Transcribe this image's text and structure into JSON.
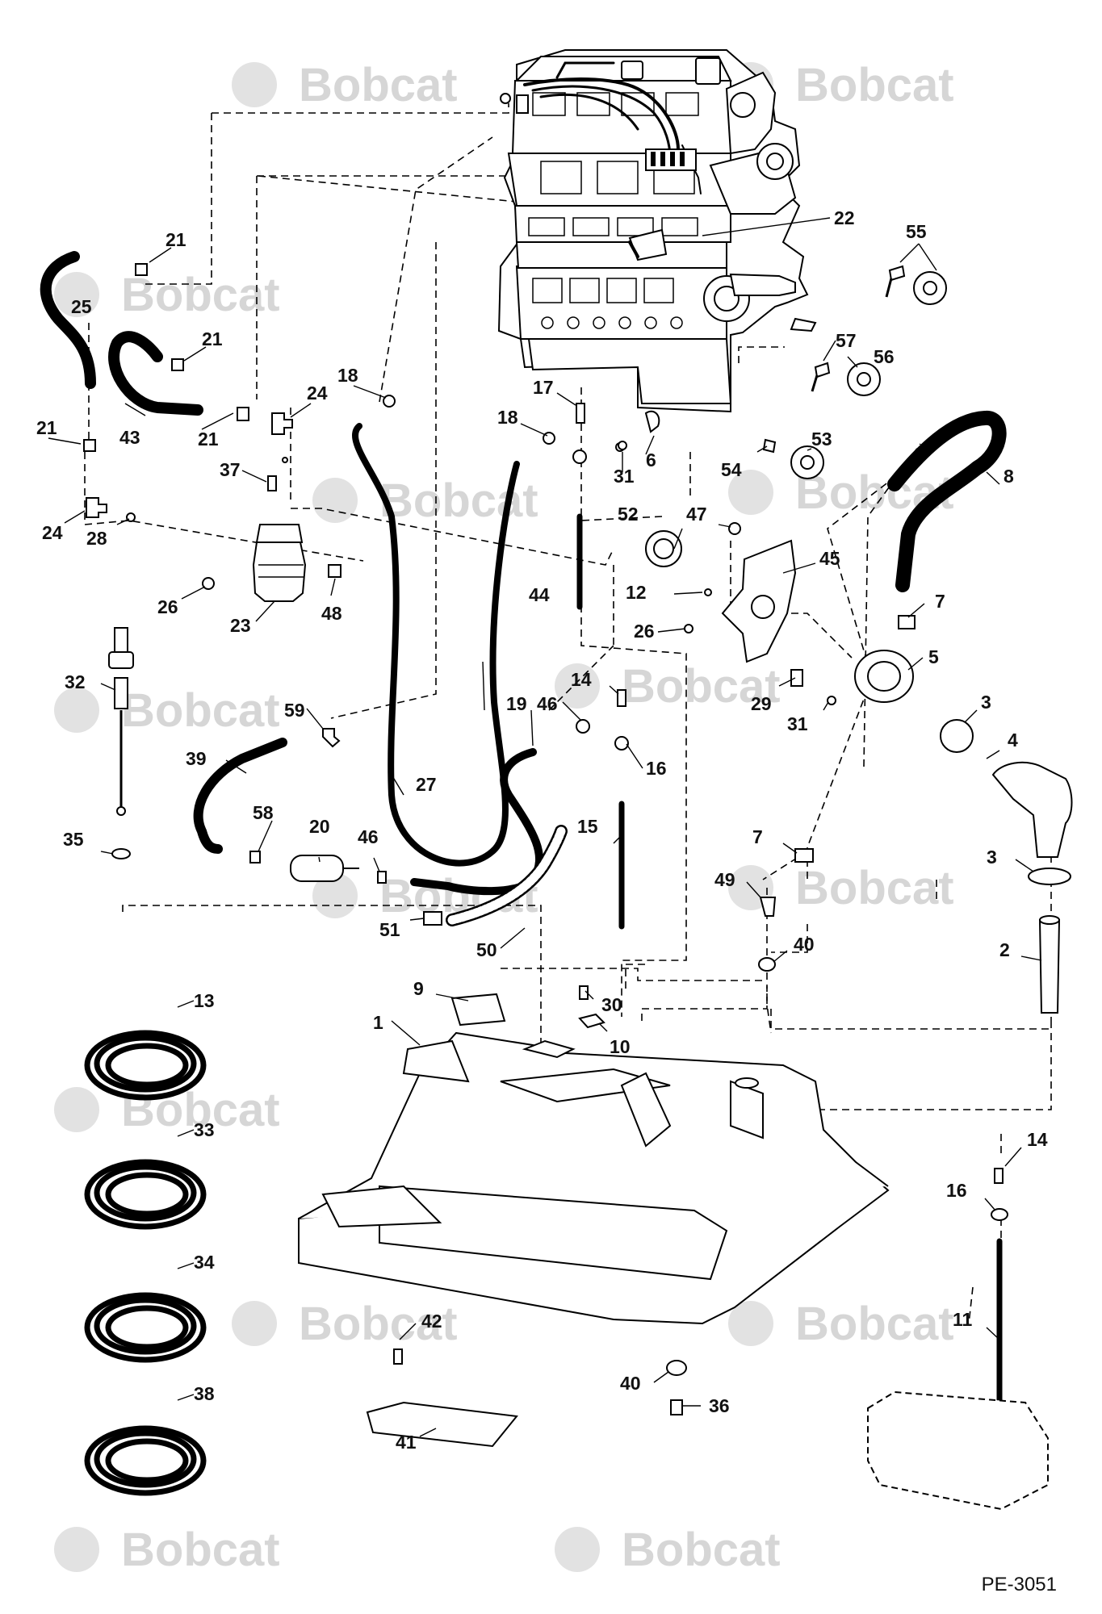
{
  "watermark": {
    "text": "Bobcat"
  },
  "document_id": "PE-3051",
  "colors": {
    "line": "#000000",
    "watermark": "#d6d6d6",
    "background": "#ffffff"
  },
  "callouts": [
    {
      "id": "1",
      "text": "1"
    },
    {
      "id": "2",
      "text": "2"
    },
    {
      "id": "3a",
      "text": "3"
    },
    {
      "id": "3b",
      "text": "3"
    },
    {
      "id": "4",
      "text": "4"
    },
    {
      "id": "5",
      "text": "5"
    },
    {
      "id": "6",
      "text": "6"
    },
    {
      "id": "7a",
      "text": "7"
    },
    {
      "id": "7b",
      "text": "7"
    },
    {
      "id": "8",
      "text": "8"
    },
    {
      "id": "9",
      "text": "9"
    },
    {
      "id": "10",
      "text": "10"
    },
    {
      "id": "11",
      "text": "11"
    },
    {
      "id": "12",
      "text": "12"
    },
    {
      "id": "13",
      "text": "13"
    },
    {
      "id": "14a",
      "text": "14"
    },
    {
      "id": "14b",
      "text": "14"
    },
    {
      "id": "15",
      "text": "15"
    },
    {
      "id": "16a",
      "text": "16"
    },
    {
      "id": "16b",
      "text": "16"
    },
    {
      "id": "17",
      "text": "17"
    },
    {
      "id": "18a",
      "text": "18"
    },
    {
      "id": "18b",
      "text": "18"
    },
    {
      "id": "19",
      "text": "19"
    },
    {
      "id": "20",
      "text": "20"
    },
    {
      "id": "21a",
      "text": "21"
    },
    {
      "id": "21b",
      "text": "21"
    },
    {
      "id": "21c",
      "text": "21"
    },
    {
      "id": "21d",
      "text": "21"
    },
    {
      "id": "22",
      "text": "22"
    },
    {
      "id": "23",
      "text": "23"
    },
    {
      "id": "24a",
      "text": "24"
    },
    {
      "id": "24b",
      "text": "24"
    },
    {
      "id": "25",
      "text": "25"
    },
    {
      "id": "26a",
      "text": "26"
    },
    {
      "id": "26b",
      "text": "26"
    },
    {
      "id": "27",
      "text": "27"
    },
    {
      "id": "28",
      "text": "28"
    },
    {
      "id": "29",
      "text": "29"
    },
    {
      "id": "30",
      "text": "30"
    },
    {
      "id": "31a",
      "text": "31"
    },
    {
      "id": "31b",
      "text": "31"
    },
    {
      "id": "32",
      "text": "32"
    },
    {
      "id": "33",
      "text": "33"
    },
    {
      "id": "34",
      "text": "34"
    },
    {
      "id": "35",
      "text": "35"
    },
    {
      "id": "36",
      "text": "36"
    },
    {
      "id": "37",
      "text": "37"
    },
    {
      "id": "38",
      "text": "38"
    },
    {
      "id": "39",
      "text": "39"
    },
    {
      "id": "40a",
      "text": "40"
    },
    {
      "id": "40b",
      "text": "40"
    },
    {
      "id": "41",
      "text": "41"
    },
    {
      "id": "42",
      "text": "42"
    },
    {
      "id": "43",
      "text": "43"
    },
    {
      "id": "44",
      "text": "44"
    },
    {
      "id": "45",
      "text": "45"
    },
    {
      "id": "46a",
      "text": "46"
    },
    {
      "id": "46b",
      "text": "46"
    },
    {
      "id": "47",
      "text": "47"
    },
    {
      "id": "48",
      "text": "48"
    },
    {
      "id": "49",
      "text": "49"
    },
    {
      "id": "50",
      "text": "50"
    },
    {
      "id": "51",
      "text": "51"
    },
    {
      "id": "52",
      "text": "52"
    },
    {
      "id": "53",
      "text": "53"
    },
    {
      "id": "54",
      "text": "54"
    },
    {
      "id": "55",
      "text": "55"
    },
    {
      "id": "56",
      "text": "56"
    },
    {
      "id": "57",
      "text": "57"
    },
    {
      "id": "58",
      "text": "58"
    },
    {
      "id": "59",
      "text": "59"
    }
  ]
}
